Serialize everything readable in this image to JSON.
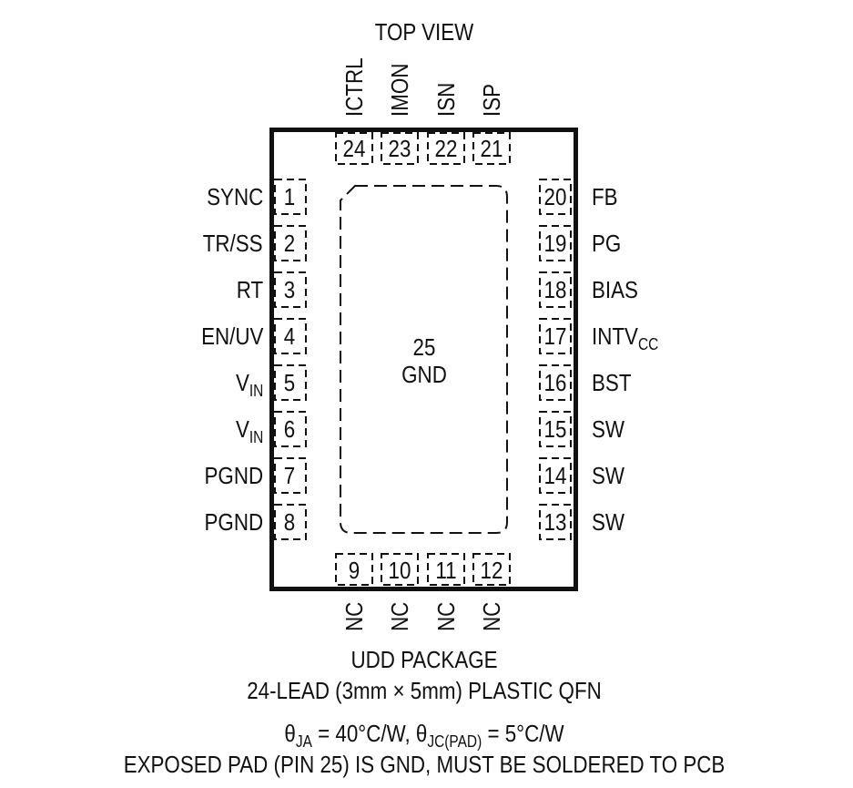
{
  "header": {
    "title": "TOP VIEW"
  },
  "package": {
    "pad_number": "25",
    "pad_name": "GND"
  },
  "pins_left": [
    {
      "num": "1",
      "name": "SYNC"
    },
    {
      "num": "2",
      "name": "TR/SS"
    },
    {
      "num": "3",
      "name": "RT"
    },
    {
      "num": "4",
      "name": "EN/UV"
    },
    {
      "num": "5",
      "name": "V",
      "sub": "IN"
    },
    {
      "num": "6",
      "name": "V",
      "sub": "IN"
    },
    {
      "num": "7",
      "name": "PGND"
    },
    {
      "num": "8",
      "name": "PGND"
    }
  ],
  "pins_right": [
    {
      "num": "20",
      "name": "FB"
    },
    {
      "num": "19",
      "name": "PG"
    },
    {
      "num": "18",
      "name": "BIAS"
    },
    {
      "num": "17",
      "name": "INTV",
      "sub": "CC"
    },
    {
      "num": "16",
      "name": "BST"
    },
    {
      "num": "15",
      "name": "SW"
    },
    {
      "num": "14",
      "name": "SW"
    },
    {
      "num": "13",
      "name": "SW"
    }
  ],
  "pins_top": [
    {
      "num": "24",
      "name": "ICTRL"
    },
    {
      "num": "23",
      "name": "IMON"
    },
    {
      "num": "22",
      "name": "ISN"
    },
    {
      "num": "21",
      "name": "ISP"
    }
  ],
  "pins_bottom": [
    {
      "num": "9",
      "name": "NC"
    },
    {
      "num": "10",
      "name": "NC"
    },
    {
      "num": "11",
      "name": "NC"
    },
    {
      "num": "12",
      "name": "NC"
    }
  ],
  "footer": {
    "line1": "UDD PACKAGE",
    "line2": "24-LEAD (3mm × 5mm) PLASTIC QFN",
    "thermal": {
      "theta1": "θ",
      "sub1": "JA",
      "mid": " = 40°C/W, ",
      "theta2": "θ",
      "sub2": "JC(PAD)",
      "end": " = 5°C/W"
    },
    "line4": "EXPOSED PAD (PIN 25) IS GND, MUST BE SOLDERED TO PCB"
  }
}
